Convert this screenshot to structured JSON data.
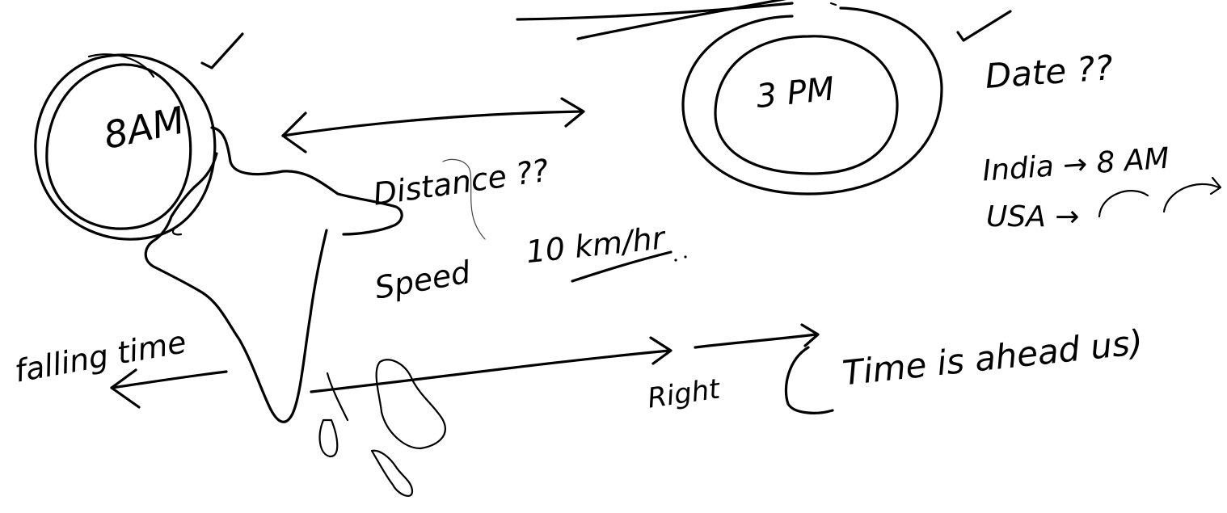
{
  "colors": {
    "ink": "#000000",
    "background": "#ffffff"
  },
  "notes": {
    "clock_morning": "8AM",
    "clock_afternoon": "3 PM",
    "date_question": "Date ??",
    "distance_question": "Distance ??",
    "speed_label": "Speed",
    "speed_value": "10 km/hr",
    "india_line": "India → 8 AM",
    "usa_line": "USA →",
    "falling_time": "falling time",
    "right_label": "Right",
    "time_ahead": "Time is ahead us)"
  },
  "marks": {
    "checkmark_left": "checkmark-icon",
    "checkmark_right": "checkmark-icon"
  }
}
